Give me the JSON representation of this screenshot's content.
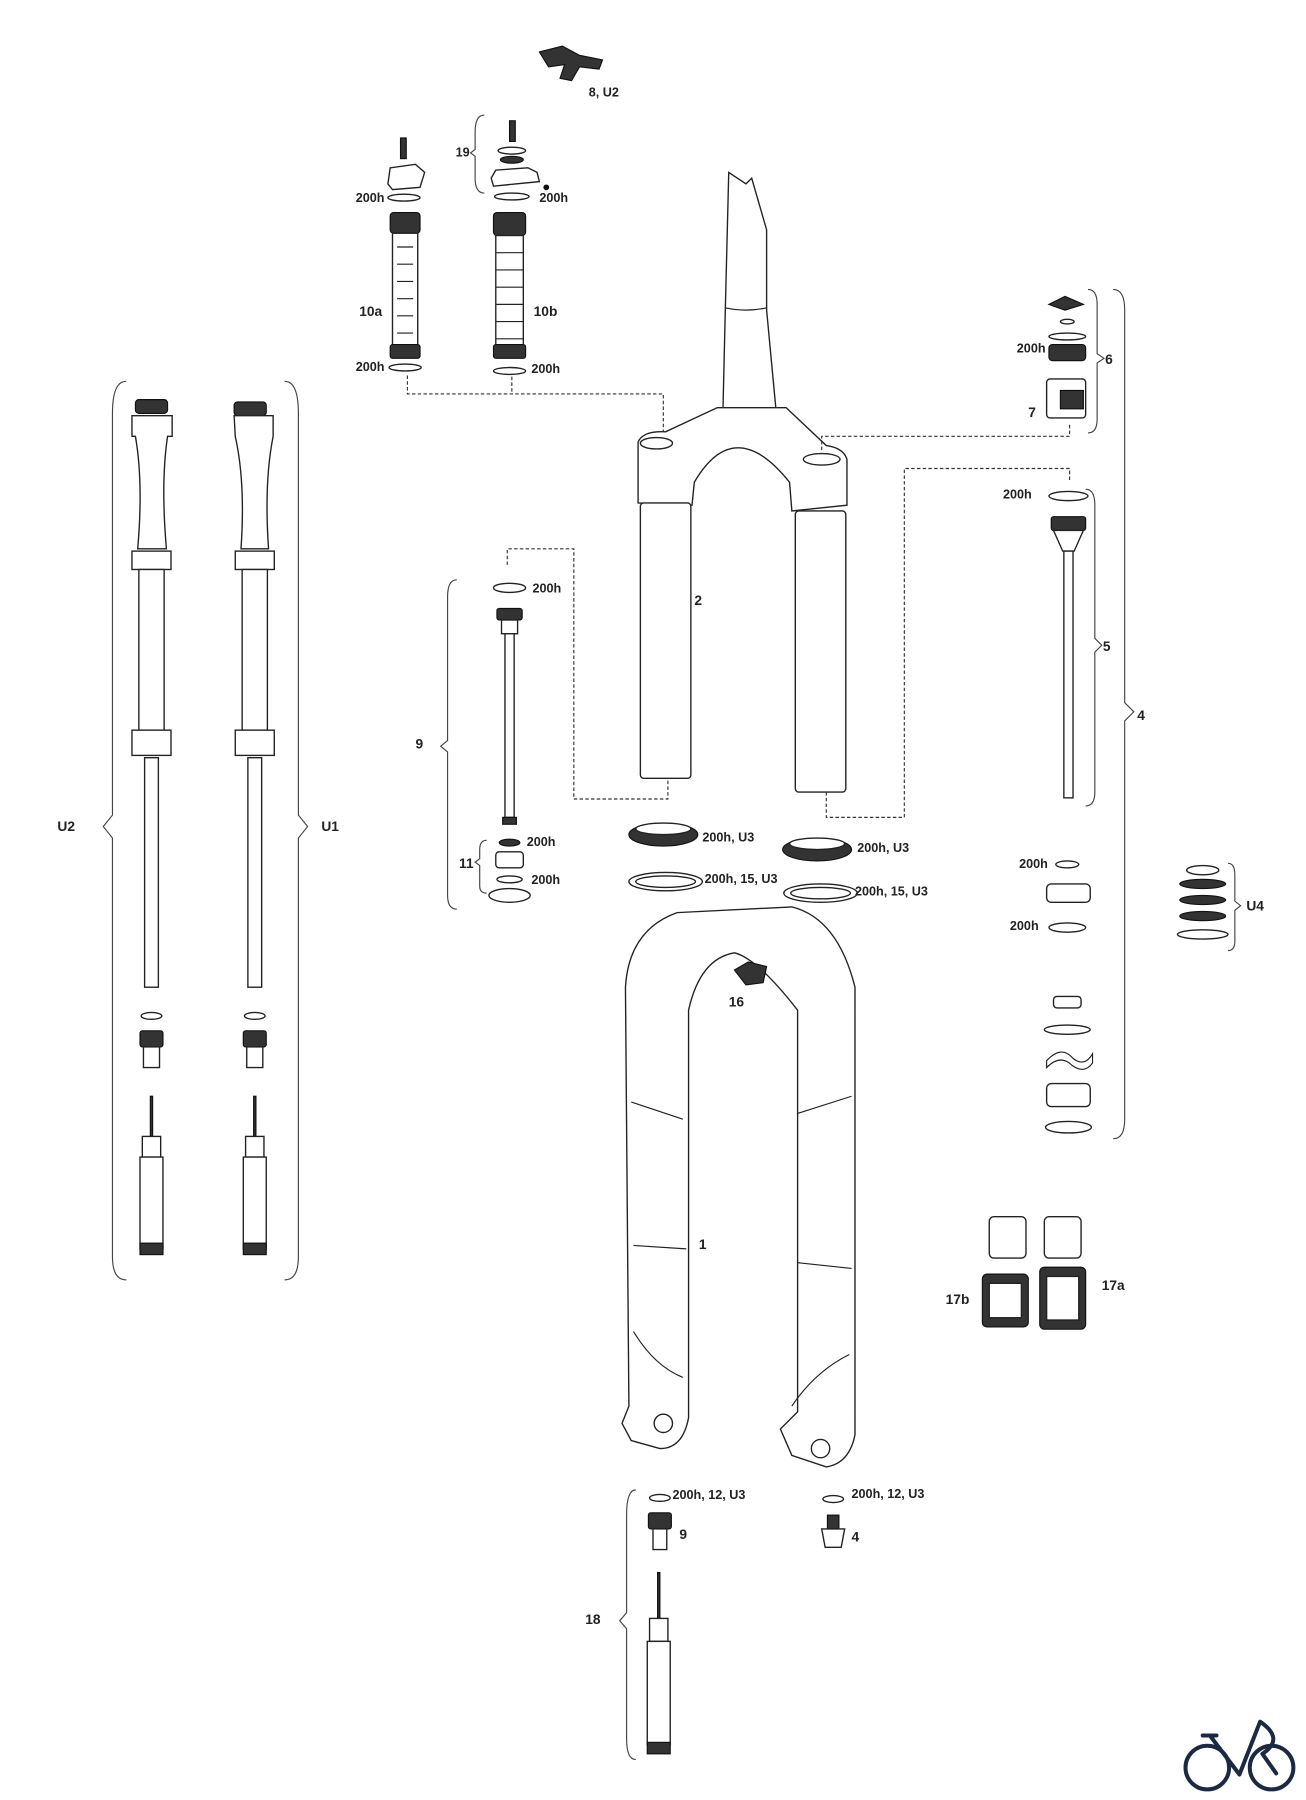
{
  "diagram": {
    "title": "Suspension fork exploded parts diagram",
    "labels": {
      "p8_u2": "8, U2",
      "p19": "19",
      "h_10a_top": "200h",
      "h_10b_top": "200h",
      "p10a": "10a",
      "p10b": "10b",
      "h_10a_bot": "200h",
      "h_10b_bot": "200h",
      "p6": "6",
      "h_6": "200h",
      "p7": "7",
      "h_5": "200h",
      "p5": "5",
      "p4_bracket": "4",
      "p2": "2",
      "h_9_top": "200h",
      "p9_bracket": "9",
      "h_11_a": "200h",
      "p11": "11",
      "h_11_b": "200h",
      "seal_left": "200h, U3",
      "seal_right": "200h, U3",
      "ring_left": "200h, 15, U3",
      "ring_right": "200h, 15, U3",
      "h_4_a": "200h",
      "h_4_b": "200h",
      "u4": "U4",
      "u2": "U2",
      "u1": "U1",
      "p16": "16",
      "p1": "1",
      "p17a": "17a",
      "p17b": "17b",
      "bolt_left": "200h, 12, U3",
      "bolt_right": "200h, 12, U3",
      "p9_bolt": "9",
      "p4_bolt": "4",
      "p18": "18"
    },
    "colors": {
      "line": "#222222",
      "logo": "#1b2a44"
    },
    "icons": {
      "logo": "bicycle-logo-icon"
    }
  }
}
